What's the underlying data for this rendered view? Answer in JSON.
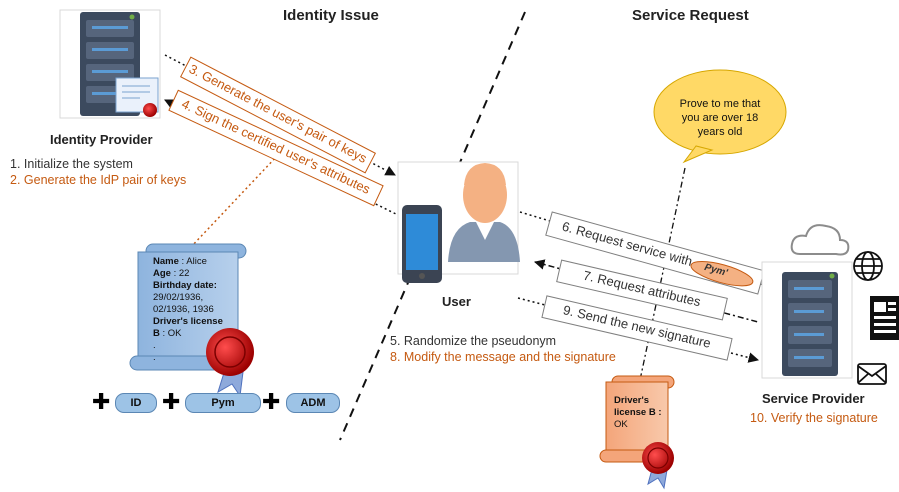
{
  "headers": {
    "identity_issue": "Identity Issue",
    "service_request": "Service Request"
  },
  "identity_provider": {
    "label": "Identity Provider",
    "steps": [
      {
        "text": "1.  Initialize the system",
        "color": "#333333"
      },
      {
        "text": "2.  Generate the IdP pair of keys",
        "color": "#c55a11"
      }
    ]
  },
  "user": {
    "label": "User",
    "steps": [
      {
        "text": "5.  Randomize the pseudonym",
        "color": "#333333"
      },
      {
        "text": "8.  Modify the message and the signature",
        "color": "#c55a11"
      }
    ]
  },
  "service_provider": {
    "label": "Service Provider",
    "step": "10.  Verify the signature"
  },
  "arrows": {
    "step3": "3.  Generate the user's pair of keys",
    "step4": "4.  Sign the certified user's attributes",
    "step6": "6.  Request service with",
    "step6_pill": "Pym'",
    "step7": "7.  Request attributes",
    "step9": "9.  Send the new signature"
  },
  "speech_bubble": {
    "line1": "Prove to me that",
    "line2": "you are over 18",
    "line3": "years old"
  },
  "certificate": {
    "name_label": "Name",
    "name_value": " : Alice",
    "age_label": "Age",
    "age_value": " : 22",
    "birthday_label": "Birthday date:",
    "birthday_line1": "29/02/1936,",
    "birthday_line2": "02/1936, 1936",
    "license_label": "Driver's license",
    "license_b": "B",
    "license_value": " : OK",
    "dot1": ".",
    "dot2": "."
  },
  "derived_certificate": {
    "label_line1": "Driver's",
    "label_line2": "license B :",
    "value": "OK"
  },
  "components": {
    "id": "ID",
    "pym": "Pym",
    "adm": "ADM",
    "plus": "✚"
  },
  "colors": {
    "orange_text": "#c55a11",
    "arrow_box": "#c55a11",
    "scroll_blue": "#9dc3e6",
    "scroll_orange": "#f4b183",
    "bubble": "#ffd966",
    "server_dark": "#44546a",
    "server_slot": "#5b9bd5",
    "seal_red": "#c00000"
  }
}
